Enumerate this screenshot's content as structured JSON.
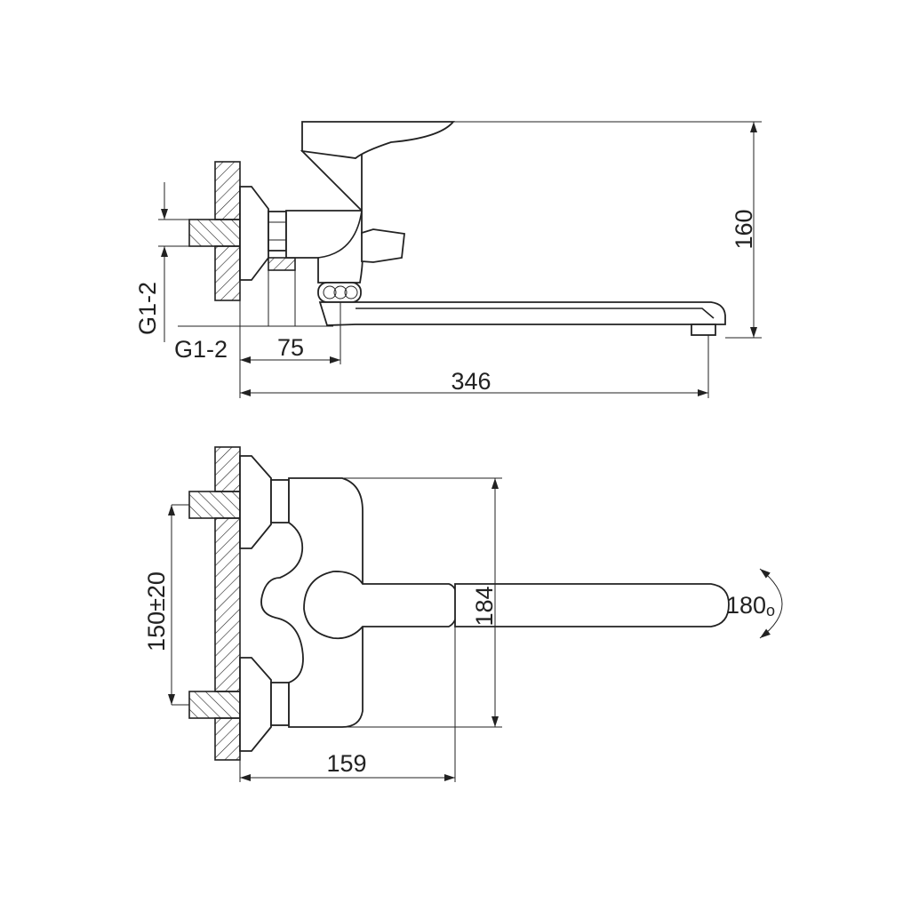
{
  "title": "Wall-mounted bath mixer dimension drawing",
  "side_view": {
    "height_dim": "160",
    "thread_vertical": "G1-2",
    "thread_horizontal": "G1-2",
    "offset_dim": "75",
    "reach_dim": "346"
  },
  "plan_view": {
    "centers_dim": "150±20",
    "body_height_dim": "184",
    "depth_dim": "159",
    "swivel_angle": "180",
    "degree_mark": "o"
  }
}
